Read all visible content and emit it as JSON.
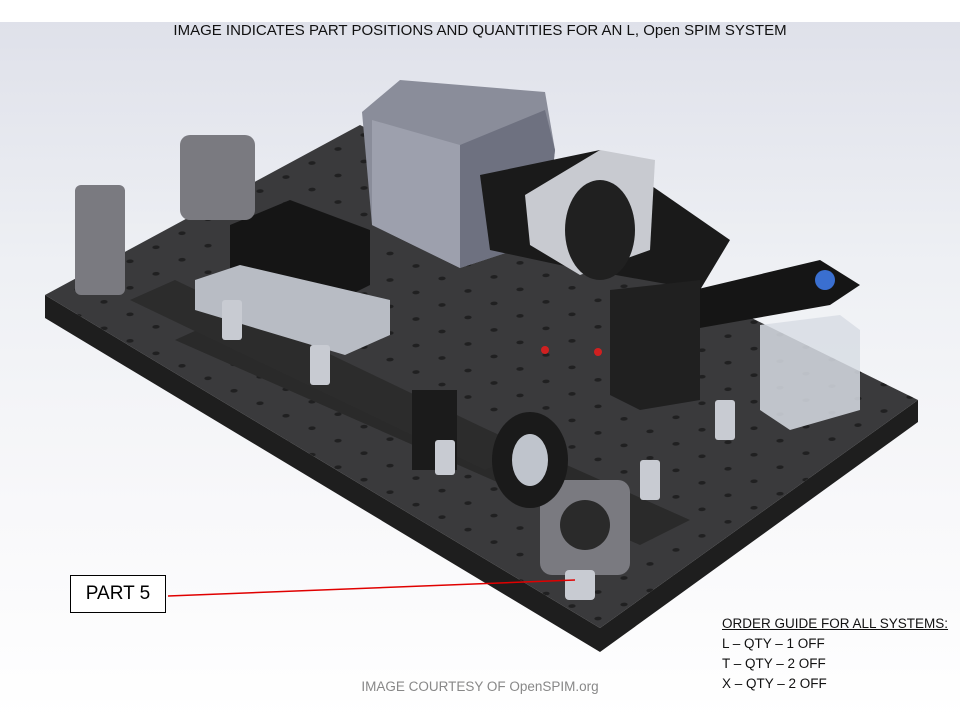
{
  "title": "IMAGE INDICATES PART POSITIONS AND QUANTITIES FOR AN L, Open SPIM SYSTEM",
  "callout": {
    "label": "PART 5",
    "line_color": "#e00000"
  },
  "order_guide": {
    "heading": "ORDER GUIDE FOR ALL SYSTEMS:",
    "lines": [
      "L – QTY – 1 OFF",
      "T – QTY – 2 OFF",
      "X – QTY – 2 OFF"
    ]
  },
  "credit": "IMAGE COURTESY OF OpenSPIM.org"
}
